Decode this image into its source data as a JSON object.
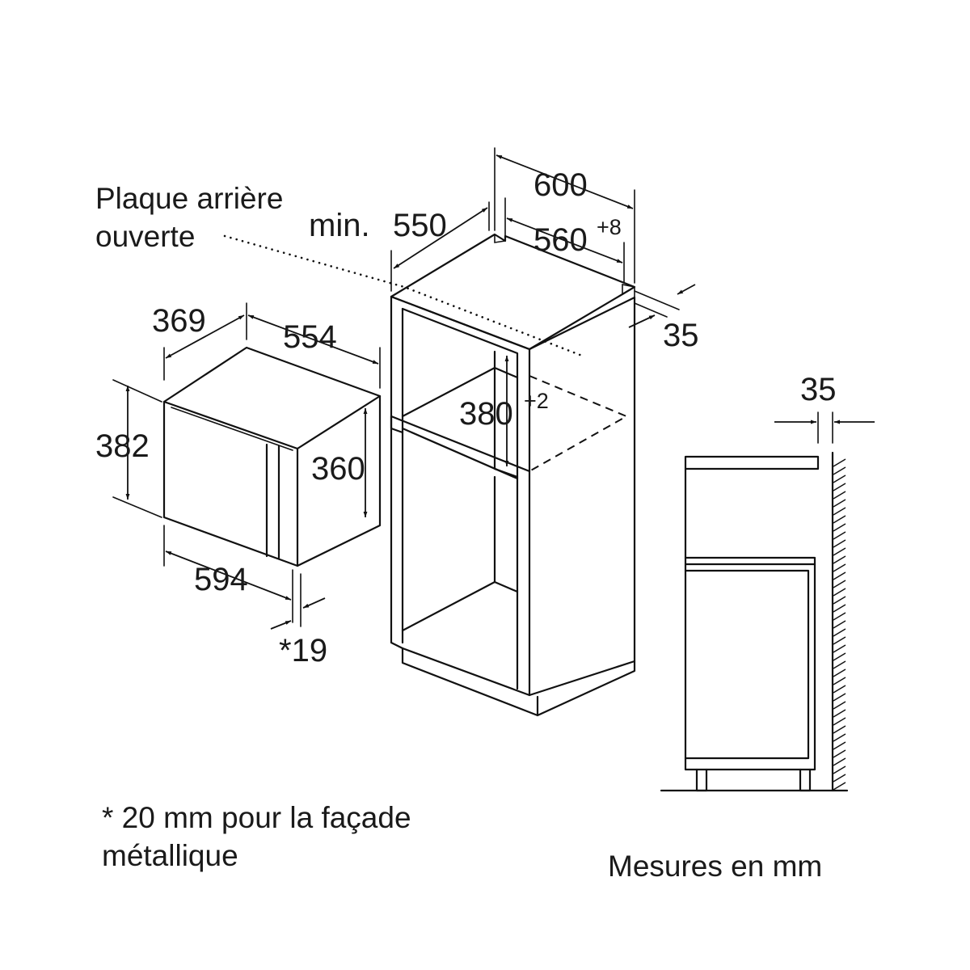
{
  "labels": {
    "back_panel_line1": "Plaque arrière",
    "back_panel_line2": "ouverte",
    "footnote_line1": "* 20 mm pour la façade",
    "footnote_line2": "métallique",
    "units_note": "Mesures en mm"
  },
  "appliance": {
    "depth": "369",
    "width_top": "554",
    "height_total": "382",
    "height_body": "360",
    "width_front": "594",
    "front_offset": "*19"
  },
  "cabinet": {
    "min_label": "min.",
    "depth_min": "550",
    "width_outer": "600",
    "niche_width": "560",
    "niche_width_tol": "+8",
    "niche_height": "380",
    "niche_height_tol": "+2",
    "side_offset": "35"
  },
  "side_view": {
    "gap": "35"
  }
}
